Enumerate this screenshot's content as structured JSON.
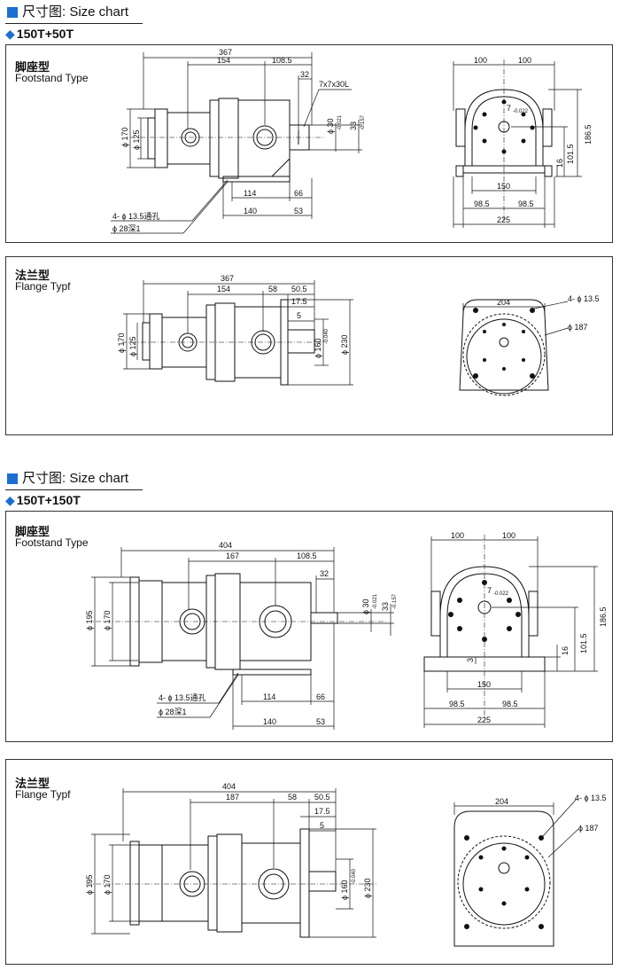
{
  "title": "尺寸图: Size chart",
  "sections": [
    {
      "model": "150T+50T",
      "footstand": {
        "cn": "脚座型",
        "en": "Footstand Type",
        "dims": {
          "d367": "367",
          "d154": "154",
          "d108_5": "108.5",
          "d32": "32",
          "key": "7x7x30L",
          "phi170": "ϕ 170",
          "phi125": "ϕ 125",
          "phi30": "ϕ 30",
          "tol30": "-0.021",
          "d33": "33",
          "tol33": "-0.157",
          "d114": "114",
          "d66": "66",
          "d140": "140",
          "d53": "53",
          "holes": "4- ϕ 13.5通孔",
          "cbore": "ϕ 28深1"
        },
        "side": {
          "d100a": "100",
          "d100b": "100",
          "d7": "7",
          "tol7": "-0.022",
          "d186_5": "186.5",
          "d101_5": "101.5",
          "d16": "16",
          "d150": "150",
          "d98_5a": "98.5",
          "d98_5b": "98.5",
          "d225": "225"
        }
      },
      "flange": {
        "cn": "法兰型",
        "en": "Flange Typf",
        "dims": {
          "d367": "367",
          "d154": "154",
          "d58": "58",
          "d50_5": "50.5",
          "d17_5": "17.5",
          "d5": "5",
          "phi170": "ϕ 170",
          "phi125": "ϕ 125",
          "phi160": "ϕ 160",
          "tol160": "-0.040",
          "phi230": "ϕ 230"
        },
        "side": {
          "d204": "204",
          "holes": "4- ϕ 13.5",
          "phi187": "ϕ 187"
        }
      }
    },
    {
      "model": "150T+150T",
      "footstand": {
        "cn": "脚座型",
        "en": "Footstand Type",
        "dims": {
          "d404": "404",
          "d167": "167",
          "d108_5": "108.5",
          "d32": "32",
          "phi195": "ϕ 195",
          "phi170": "ϕ 170",
          "phi30": "ϕ 30",
          "tol30": "-0.021",
          "d33": "33",
          "tol33": "-0.157",
          "d114": "114",
          "d66": "66",
          "d140": "140",
          "d53": "53",
          "holes": "4- ϕ 13.5通孔",
          "cbore": "ϕ 28深1"
        },
        "side": {
          "d100a": "100",
          "d100b": "100",
          "d7": "7",
          "tol7": "-0.022",
          "d186_5": "186.5",
          "d101_5": "101.5",
          "d16": "16",
          "d3": "3",
          "d150": "150",
          "d98_5a": "98.5",
          "d98_5b": "98.5",
          "d225": "225"
        }
      },
      "flange": {
        "cn": "法兰型",
        "en": "Flange Typf",
        "dims": {
          "d404": "404",
          "d187": "187",
          "d58": "58",
          "d50_5": "50.5",
          "d17_5": "17.5",
          "d5": "5",
          "phi195": "ϕ 195",
          "phi170": "ϕ 170",
          "phi160": "ϕ 160",
          "tol160": "-0.040",
          "phi230": "ϕ 230"
        },
        "side": {
          "d204": "204",
          "holes": "4- ϕ 13.5",
          "phi187": "ϕ 187"
        }
      }
    }
  ]
}
